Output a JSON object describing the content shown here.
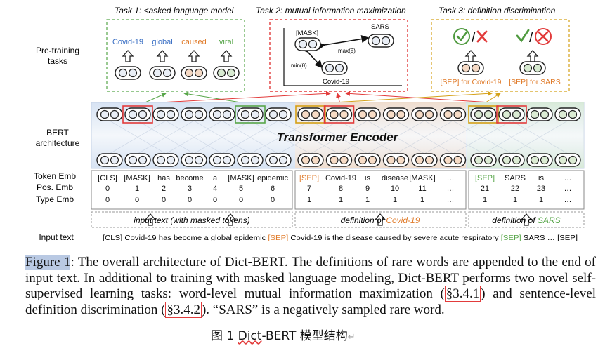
{
  "tasks": {
    "task1": "Task 1: <asked language model",
    "task2": "Task 2: mutual information maximization",
    "task3": "Task 3: definition discrimination"
  },
  "left_labels": {
    "pretraining": [
      "Pre-training",
      "tasks"
    ],
    "bert": [
      "BERT",
      "architecture"
    ],
    "token_emb": "Token Emb",
    "pos_emb": "Pos. Emb",
    "type_emb": "Type Emb",
    "input_text": "Input text"
  },
  "mlm": {
    "words": [
      "Covid-19",
      "global",
      "caused",
      "viral"
    ],
    "colors": [
      "#3a6fc4",
      "#3a6fc4",
      "#e07b2a",
      "#58a64a"
    ]
  },
  "mim": {
    "mask": "[MASK]",
    "sars": "SARS",
    "covid": "Covid-19",
    "max": "max(",
    "min": "min(",
    "arg": "θ)"
  },
  "dd": {
    "left_label": "[SEP] for Covid-19",
    "right_label": "[SEP] for SARS"
  },
  "encoder_label": "Transformer Encoder",
  "segments": [
    {
      "tokens": [
        "[CLS]",
        "[MASK]",
        "has",
        "become",
        "a",
        "[MASK]",
        "epidemic"
      ],
      "pos": [
        "0",
        "1",
        "2",
        "3",
        "4",
        "5",
        "6"
      ],
      "type": [
        "0",
        "0",
        "0",
        "0",
        "0",
        "0",
        "0"
      ],
      "caption": "input text (with masked tokens)"
    },
    {
      "tokens": [
        "[SEP]",
        "Covid-19",
        "is",
        "disease",
        "[MASK]",
        "…"
      ],
      "pos": [
        "7",
        "8",
        "9",
        "10",
        "11",
        "…"
      ],
      "type": [
        "1",
        "1",
        "1",
        "1",
        "1",
        "…"
      ],
      "caption_prefix": "definition of ",
      "caption_word": "Covid-19"
    },
    {
      "tokens": [
        "[SEP]",
        "SARS",
        "is",
        "…"
      ],
      "pos": [
        "21",
        "22",
        "23",
        "…"
      ],
      "type": [
        "1",
        "1",
        "1",
        "…"
      ],
      "caption_prefix": "definition of ",
      "caption_word": "SARS"
    }
  ],
  "input_text": {
    "part1": "[CLS] Covid-19 has become a global epidemic ",
    "sep1": "[SEP]",
    "part2": " Covid-19 is the disease caused by severe acute respiratory ",
    "sep2": "[SEP]",
    "part3": " SARS … [SEP]"
  },
  "caption": {
    "figure_label": "Figure 1",
    "text1": ": The overall architecture of Dict-BERT. The definitions of rare words are appended to the end of input text. In additional to training with masked language modeling, Dict-BERT performs two novel self-supervised learning tasks: word-level mutual information maximization (",
    "ref1": "§3.4.1",
    "text2": ") and sentence-level definition discrimination (",
    "ref2": "§3.4.2",
    "text3": "). “SARS” is a negatively sampled rare word."
  },
  "cn_caption": {
    "prefix": "图 1 ",
    "dict": "Dict",
    "suffix": "-BERT 模型结构",
    "return": "↵"
  },
  "colors": {
    "blue": "#3a6fc4",
    "orange": "#e07b2a",
    "green": "#58a64a",
    "red": "#e23b3b",
    "gold": "#d4a017"
  }
}
